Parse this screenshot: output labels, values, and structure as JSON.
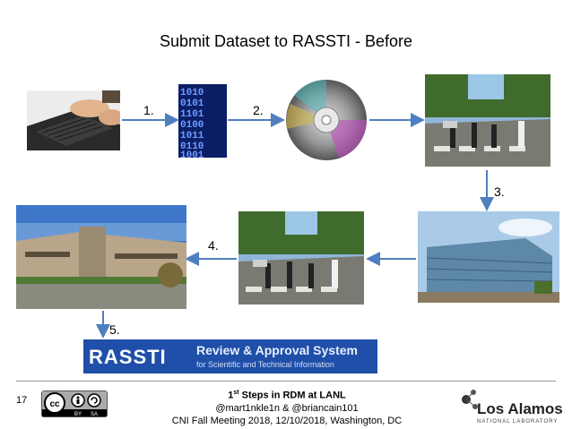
{
  "title": "Submit Dataset to RASSTI - Before",
  "steps": [
    "1.",
    "2.",
    "3.",
    "4.",
    "5."
  ],
  "rassti": {
    "logo": "RASSTI",
    "line1": "Review & Approval System",
    "line2": "for Scientific and Technical Information"
  },
  "footer": {
    "page": "17",
    "line1_sup": "st",
    "line1_pre": "1",
    "line1_post": " Steps in RDM at LANL",
    "line2": "@mart1nkle1n & @briancain101",
    "line3": "CNI Fall Meeting 2018, 12/10/2018, Washington, DC"
  },
  "license": {
    "by": "BY",
    "sa": "SA"
  },
  "lanl_logo": {
    "name": "Los Alamos",
    "sub": "NATIONAL LABORATORY"
  },
  "colors": {
    "arrow": "#4f7fc0",
    "rassti_bg": "#1f4fa8"
  }
}
